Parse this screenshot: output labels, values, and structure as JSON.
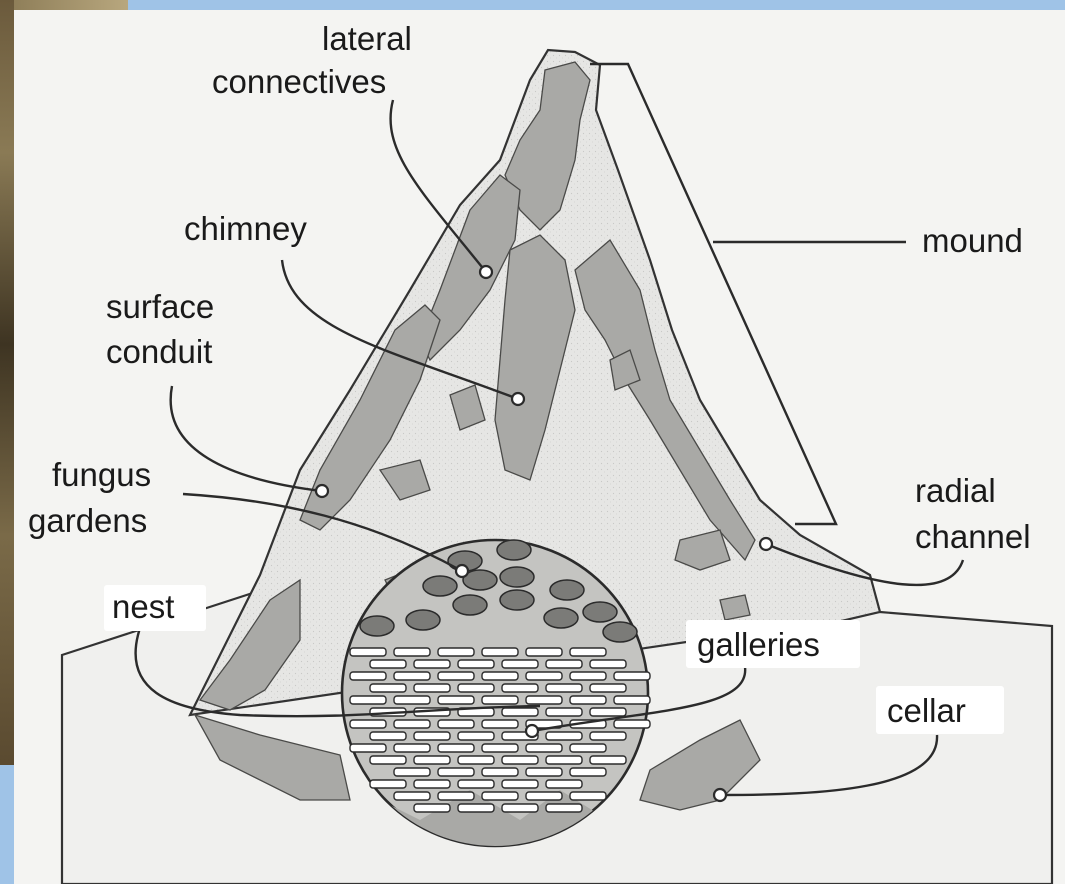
{
  "labels": {
    "lateral_1": "lateral",
    "lateral_2": "connectives",
    "chimney": "chimney",
    "surface_1": "surface",
    "surface_2": "conduit",
    "fungus_1": "fungus",
    "fungus_2": "gardens",
    "nest": "nest",
    "mound": "mound",
    "radial_1": "radial",
    "radial_2": "channel",
    "galleries": "galleries",
    "cellar": "cellar"
  }
}
